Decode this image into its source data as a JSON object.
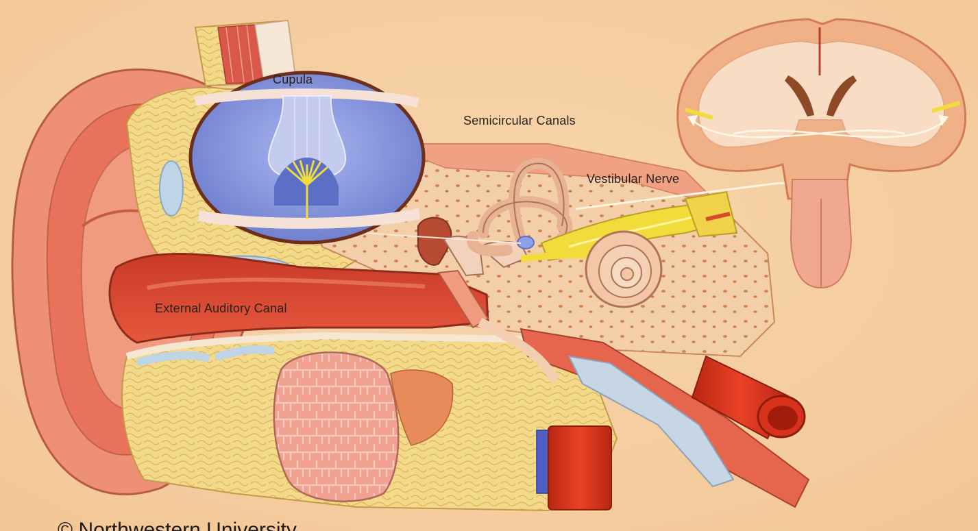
{
  "labels": {
    "cupula": "Cupula",
    "semicircular_canals": "Semicircular Canals",
    "vestibular_nerve": "Vestibular Nerve",
    "external_auditory_canal": "External Auditory Canal"
  },
  "credit": "© Northwestern University",
  "colors": {
    "background": "#f6d2a6",
    "tissue_red": "#e2694f",
    "fat_yellow": "#f3da8a",
    "cupula_blue": "#7f8fdc",
    "brain_pink": "#f1b187",
    "nerve_yellow": "#f2dc3c",
    "vessel_red": "#d8311c"
  }
}
